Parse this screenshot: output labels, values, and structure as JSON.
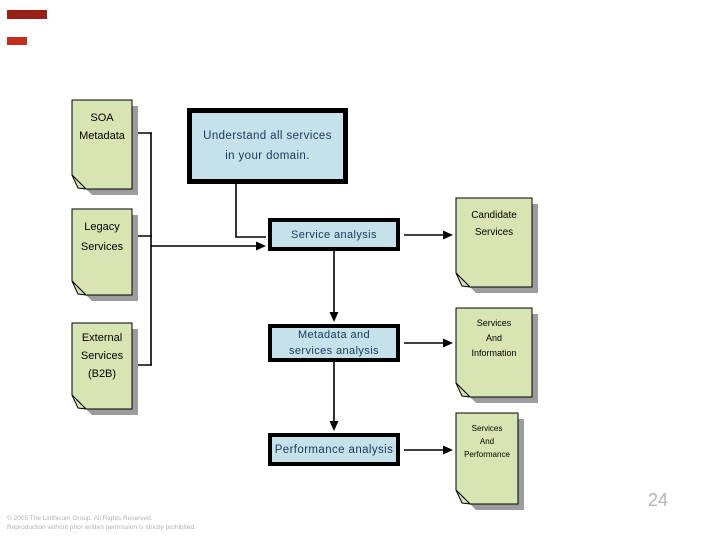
{
  "slide": {
    "page_number": "24",
    "footer": {
      "line1": "© 2005 The Linthicum Group. All Rights Reserved.",
      "line2": "Reproduction without prior written permission is strictly prohibited."
    },
    "accent_bars": {
      "bar1_color": "#992017",
      "bar2_color": "#c42d1c"
    }
  },
  "diagram": {
    "colors": {
      "document_fill": "#d8e5b2",
      "document_border": "#000000",
      "shadow": "#9c9c9c",
      "process_fill": "#c5e1e9",
      "process_border": "#000000",
      "process_text": "#17395d",
      "connector": "#000000"
    },
    "documents": {
      "soa": {
        "lines": [
          "SOA",
          "Metadata"
        ]
      },
      "legacy": {
        "lines": [
          "Legacy",
          "Services"
        ]
      },
      "external": {
        "lines": [
          "External",
          "Services",
          "(B2B)"
        ]
      },
      "candidate": {
        "lines": [
          "Candidate",
          "Services"
        ]
      },
      "services_information": {
        "lines": [
          "Services",
          "And",
          "Information"
        ]
      },
      "services_performance": {
        "lines": [
          "Services",
          "And",
          "Performance"
        ]
      }
    },
    "processes": {
      "understand": {
        "lines": [
          "Understand all services",
          "in your domain."
        ]
      },
      "service_analysis": {
        "label": "Service analysis"
      },
      "metadata_analysis": {
        "lines": [
          "Metadata and",
          "services analysis"
        ]
      },
      "performance_analysis": {
        "label": "Performance analysis"
      }
    }
  }
}
